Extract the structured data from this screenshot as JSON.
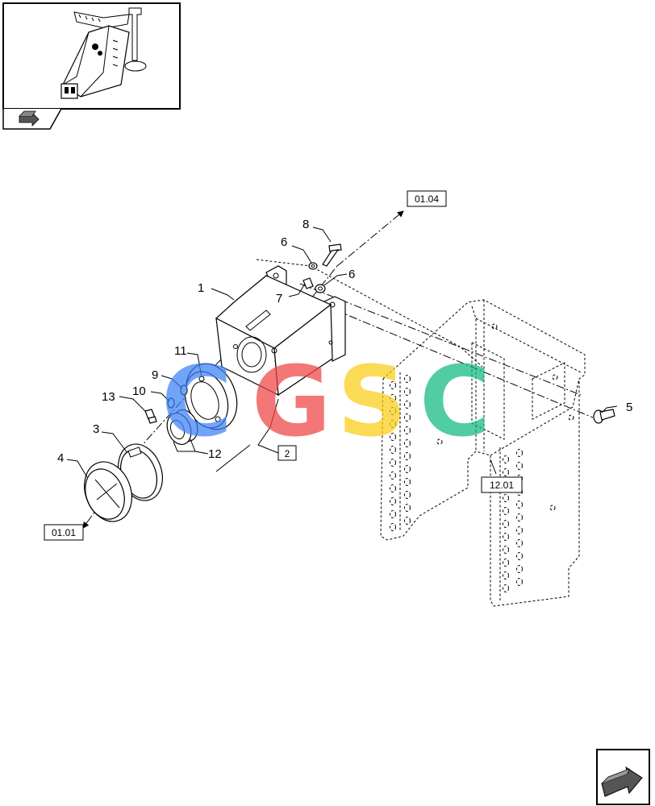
{
  "thumbnail": {
    "icon": "thumbnail-assembly-image",
    "arrow_icon": "return-arrow-icon"
  },
  "watermark": {
    "letters": [
      "C",
      "G",
      "S",
      "C"
    ],
    "colors": [
      "#3b82f6",
      "#ef4444",
      "#facc15",
      "#10b981"
    ]
  },
  "callouts": {
    "p1": "1",
    "p3": "3",
    "p4": "4",
    "p5": "5",
    "p6a": "6",
    "p6b": "6",
    "p7": "7",
    "p8": "8",
    "p9": "9",
    "p10": "10",
    "p11": "11",
    "p12": "12",
    "p13": "13"
  },
  "references": {
    "r0104": "01.04",
    "r2": "2",
    "r0101": "01.01",
    "r1201": "12.01"
  },
  "nav": {
    "arrow_icon": "next-page-arrow-icon"
  }
}
